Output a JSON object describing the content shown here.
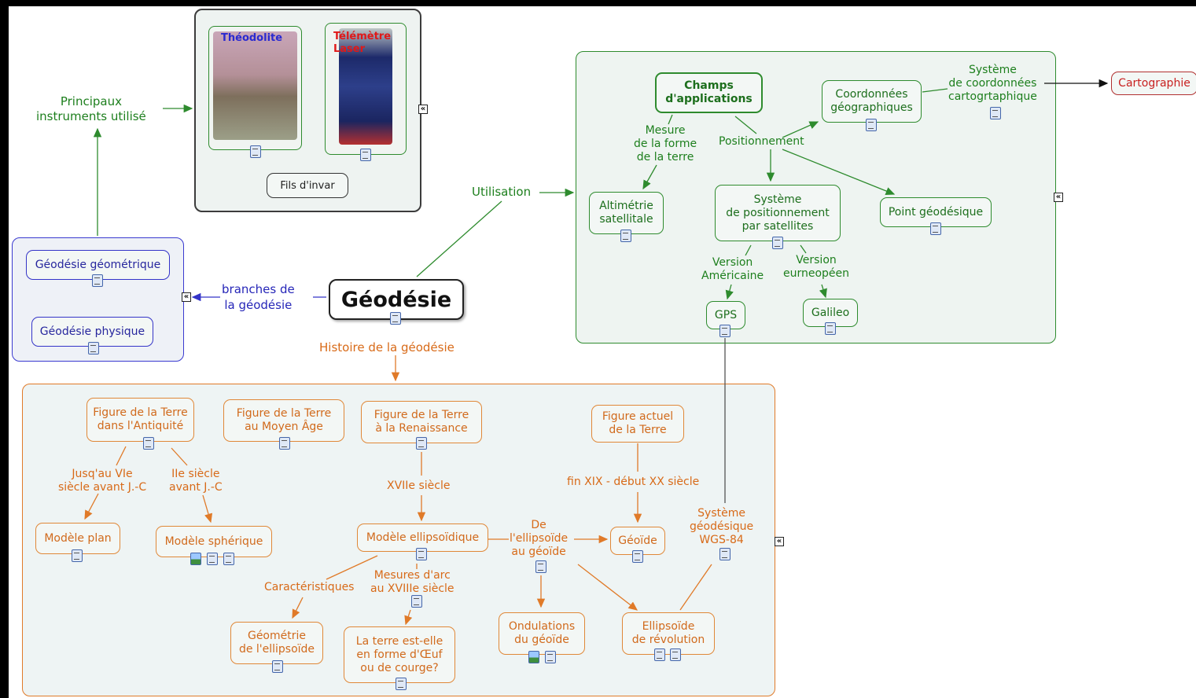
{
  "central": "Géodésie",
  "links": {
    "instruments": "Principaux\ninstruments utilisé",
    "branches": "branches de\nla géodésie",
    "utilisation": "Utilisation",
    "histoire": "Histoire de la géodésie",
    "mesure_forme": "Mesure\nde la forme\nde la terre",
    "positionnement": "Positionnement",
    "systeme_coord": "Système\nde coordonnées\ncartogrtaphique",
    "version_us": "Version\nAméricaine",
    "version_eu": "Version\neurneopéen",
    "jusquau": "Jusq'au VIe\nsiècle avant J.-C",
    "iie_siecle": "IIe siècle\navant J.-C",
    "xviie": "XVIIe siècle",
    "fin_xix": "fin XIX - début XX siècle",
    "de_ellipsoide": "De\nl'ellipsoïde\nau géoïde",
    "caracteristiques": "Caractéristiques",
    "mesures_arc": "Mesures d'arc\nau XVIIIe siècle",
    "wgs84": "Système\ngéodésique\nWGS-84"
  },
  "instruments_panel": {
    "theodolite": "Théodolite",
    "telemetre": "Télémètre\nLaser",
    "fils": "Fils d'invar"
  },
  "branches_panel": {
    "geometrique": "Géodésie géométrique",
    "physique": "Géodésie physique"
  },
  "applications_panel": {
    "champs": "Champs\nd'applications",
    "coordonnees": "Coordonnées\ngéographiques",
    "cartographie": "Cartographie",
    "altimetrie": "Altimétrie\nsatellitale",
    "systeme_pos": "Système\nde positionnement\npar satellites",
    "point_geo": "Point géodésique",
    "gps": "GPS",
    "galileo": "Galileo"
  },
  "histoire_panel": {
    "antiquite": "Figure de la Terre\ndans l'Antiquité",
    "moyen_age": "Figure de la Terre\nau Moyen Âge",
    "renaissance": "Figure de la Terre\nà la Renaissance",
    "actuel": "Figure actuel\nde la Terre",
    "plan": "Modèle plan",
    "spherique": "Modèle sphérique",
    "ellipsoidique": "Modèle ellipsoïdique",
    "geoide": "Géoïde",
    "geometrie": "Géométrie\nde l'ellipsoïde",
    "oeuf": "La terre est-elle\nen forme d'Œuf\nou de courge?",
    "ondulations": "Ondulations\ndu géoïde",
    "revolution": "Ellipsoïde\nde révolution"
  },
  "colors": {
    "green": "#2e8b2e",
    "blue": "#3434c8",
    "orange": "#e08838",
    "red": "#c82020"
  },
  "icons": [
    "document-icon",
    "image-icon",
    "collapse-icon"
  ]
}
